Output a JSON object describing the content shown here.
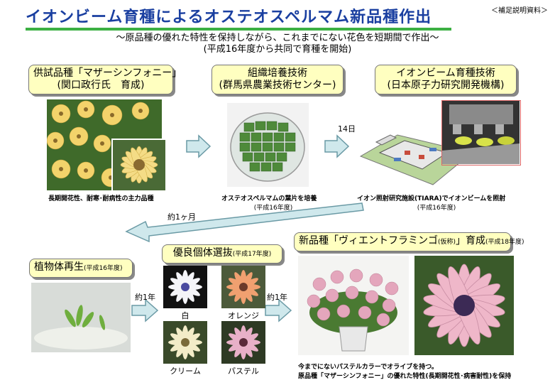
{
  "header": {
    "title": "イオンビーム育種によるオステオスペルマム新品種作出",
    "note": "＜補足説明資料＞",
    "subtitle_1": "～原品種の優れた特性を保持しながら、これまでにない花色を短期間で作出～",
    "subtitle_2": "(平成16年度から共同で育種を開始)"
  },
  "steps": {
    "trial_variety": {
      "line1": "供試品種「マザーシンフォニー」",
      "line2": "(関口政行氏　育成)",
      "caption": "長期開花性、耐寒･耐病性の主力品種"
    },
    "tissue_culture": {
      "line1": "組織培養技術",
      "line2": "(群馬県農業技術センター)",
      "caption": "オステオスペルマムの葉片を培養",
      "year": "(平成16年度)"
    },
    "ion_beam": {
      "line1": "イオンビーム育種技術",
      "line2": "(日本原子力研究開発機構)",
      "caption": "イオン照射研究施設(TIARA)でイオンビームを照射",
      "year": "(平成16年度)"
    },
    "regeneration": {
      "label": "植物体再生",
      "year": "(平成16年度)"
    },
    "selection": {
      "label": "優良個体選抜",
      "year": "(平成17年度)",
      "colors": [
        "白",
        "オレンジ",
        "クリーム",
        "パステル"
      ]
    },
    "new_variety": {
      "label": "新品種「ヴィエントフラミンゴ",
      "tentative": "(仮称)",
      "label_end": "」育成",
      "year": "(平成18年度)",
      "caption_1": "今までにないパステルカラーでオライブを持つ。",
      "caption_2": "原品種「マザーシンフォニー」の優れた特性(長期開花性･病害耐性)を保持"
    }
  },
  "arrows": {
    "days": "14日",
    "month": "約1ヶ月",
    "year_1": "約1年",
    "year_2": "約1年"
  },
  "colors": {
    "title": "#1a3fa0",
    "underline": "#3cb043",
    "box_fill": "#ffffc0",
    "arrow_fill": "#cfe8ec",
    "arrow_stroke": "#6a9aa5"
  }
}
